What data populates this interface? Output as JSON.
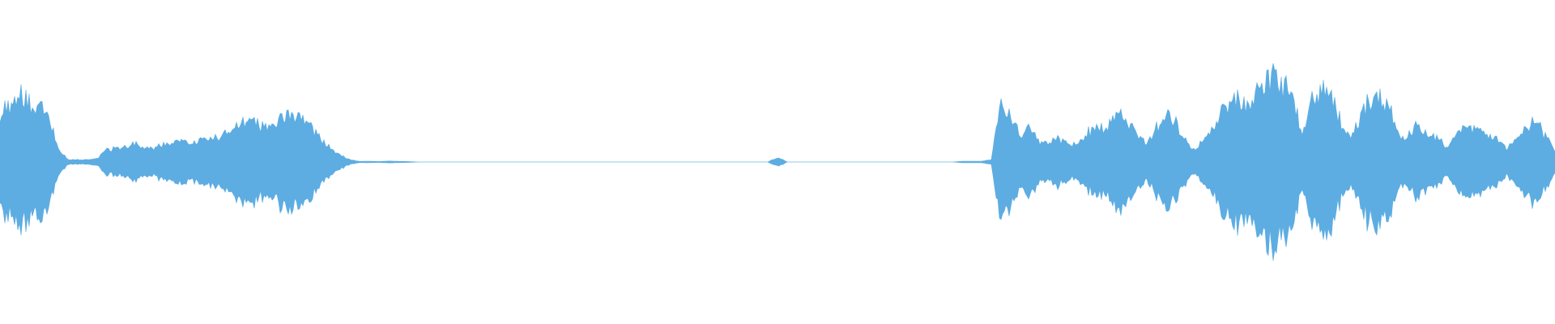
{
  "waveform": {
    "color": "#5DADE2",
    "background": "#FFFFFF",
    "envelope": [
      0.42,
      0.5,
      0.58,
      0.52,
      0.48,
      0.4,
      0.12,
      0.02,
      0.02,
      0.02,
      0.03,
      0.1,
      0.12,
      0.13,
      0.16,
      0.13,
      0.12,
      0.16,
      0.18,
      0.17,
      0.18,
      0.18,
      0.2,
      0.24,
      0.28,
      0.34,
      0.36,
      0.3,
      0.34,
      0.36,
      0.4,
      0.36,
      0.3,
      0.2,
      0.12,
      0.06,
      0.02,
      0.005,
      0.006,
      0.004,
      0.008,
      0.005,
      0.004,
      0.0,
      0.0,
      0.0,
      0.0,
      0.0,
      0.0,
      0.0,
      0.0,
      0.0,
      0.0,
      0.0,
      0.0,
      0.0,
      0.0,
      0.0,
      0.0,
      0.0,
      0.0,
      0.0,
      0.0,
      0.0,
      0.0,
      0.0,
      0.0,
      0.0,
      0.0,
      0.0,
      0.0,
      0.0,
      0.0,
      0.0,
      0.0,
      0.0,
      0.0,
      0.0,
      0.0,
      0.0,
      0.04,
      0.0,
      0.0,
      0.0,
      0.0,
      0.0,
      0.0,
      0.0,
      0.0,
      0.0,
      0.0,
      0.0,
      0.0,
      0.0,
      0.0,
      0.0,
      0.0,
      0.0,
      0.0,
      0.006,
      0.006,
      0.006,
      0.02,
      0.52,
      0.4,
      0.24,
      0.3,
      0.16,
      0.18,
      0.2,
      0.14,
      0.16,
      0.26,
      0.28,
      0.3,
      0.42,
      0.36,
      0.22,
      0.16,
      0.3,
      0.4,
      0.34,
      0.18,
      0.1,
      0.22,
      0.3,
      0.48,
      0.54,
      0.5,
      0.56,
      0.68,
      0.72,
      0.66,
      0.58,
      0.24,
      0.52,
      0.62,
      0.54,
      0.34,
      0.2,
      0.4,
      0.54,
      0.58,
      0.46,
      0.2,
      0.26,
      0.32,
      0.24,
      0.2,
      0.12,
      0.24,
      0.3,
      0.26,
      0.22,
      0.2,
      0.12,
      0.18,
      0.3,
      0.36,
      0.22,
      0.1
    ]
  }
}
